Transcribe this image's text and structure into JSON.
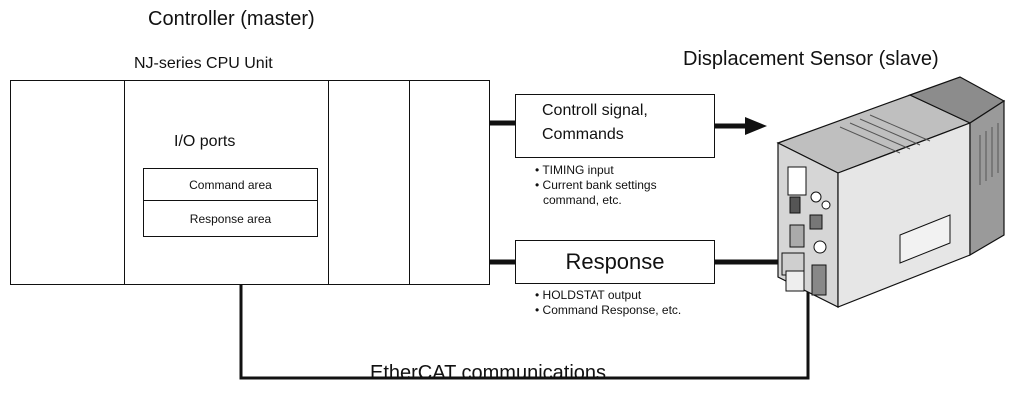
{
  "controller_title": "Controller (master)",
  "cpu_unit_label": "NJ-series CPU Unit",
  "io_ports_label": "I/O ports",
  "command_area_label": "Command area",
  "response_area_label": "Response area",
  "sensor_title": "Displacement Sensor (slave)",
  "control_box": {
    "line1": "Controll signal,",
    "line2": "Commands",
    "bullets": [
      "• TIMING input",
      "• Current bank settings",
      "  command, etc."
    ]
  },
  "response_box": {
    "label": "Response",
    "bullets": [
      "• HOLDSTAT output",
      "• Command Response, etc."
    ]
  },
  "network_label": "EtherCAT communications",
  "colors": {
    "line": "#111111",
    "device_body": "#d9d9d9",
    "device_dark": "#8c8c8c"
  }
}
